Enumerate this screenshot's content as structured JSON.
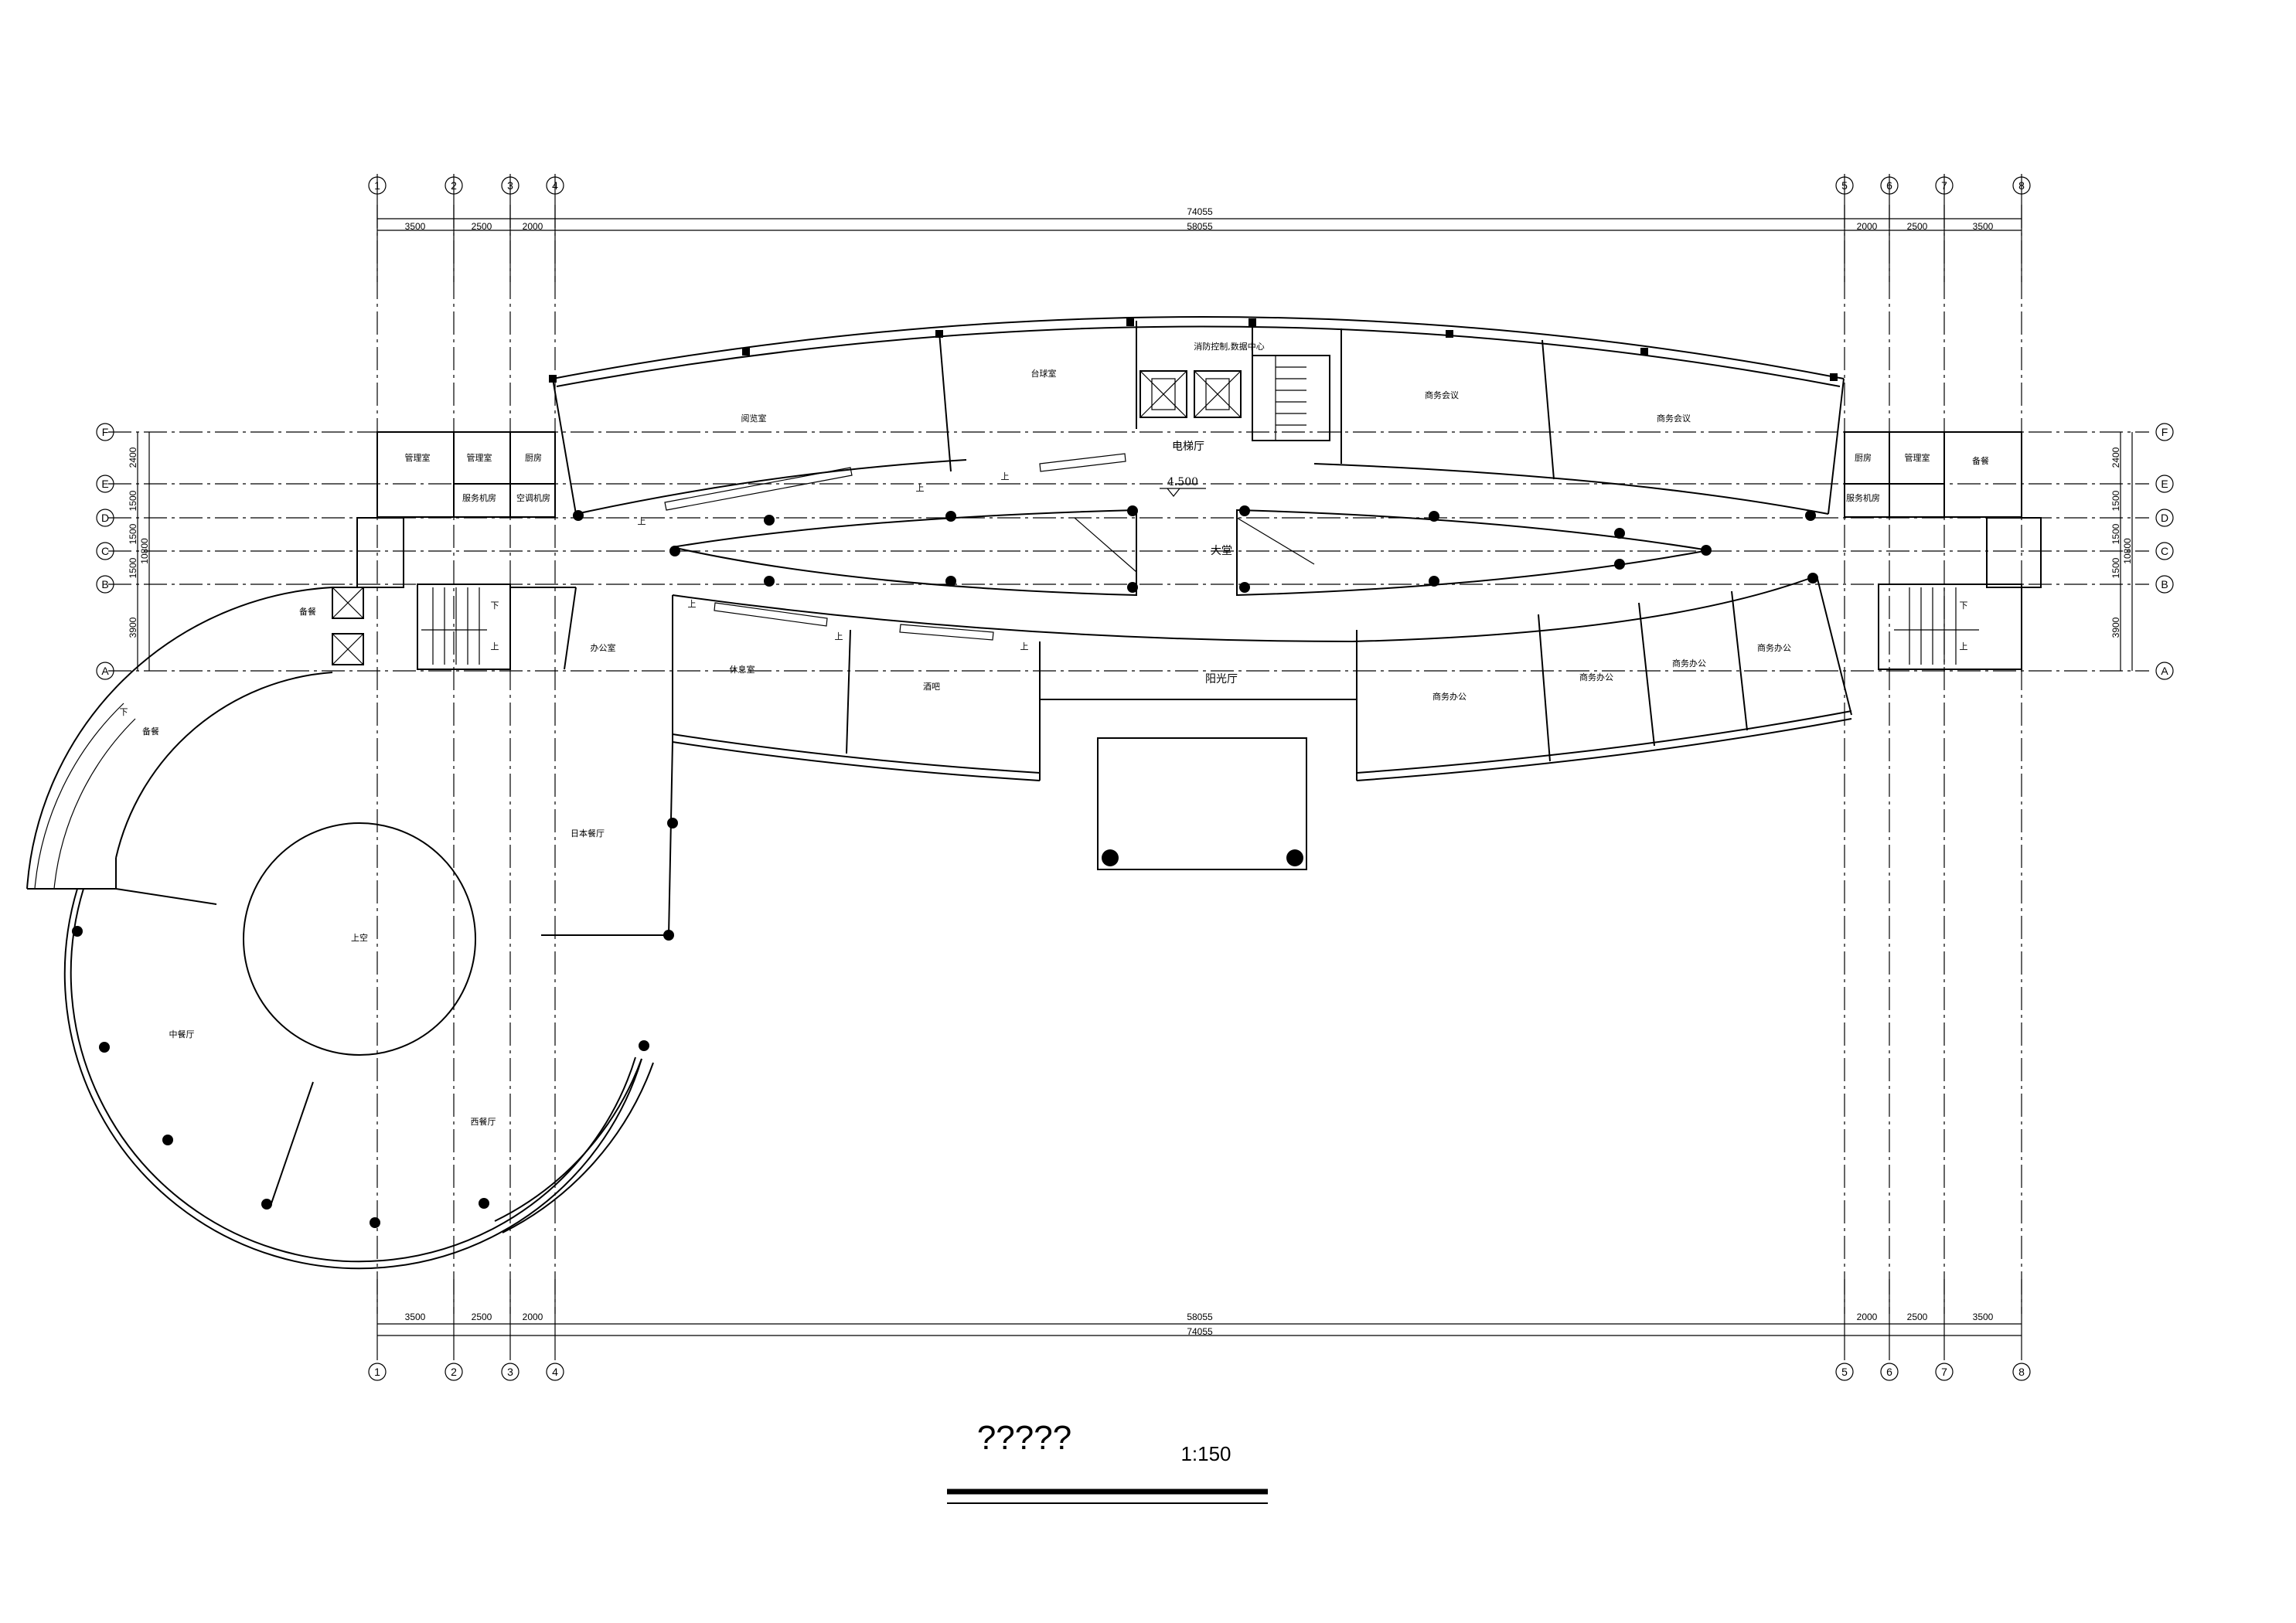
{
  "drawing": {
    "title": "?????",
    "scale": "1:150"
  },
  "grid_top": [
    "1",
    "2",
    "3",
    "4",
    "5",
    "6",
    "7",
    "8"
  ],
  "grid_side": [
    "F",
    "E",
    "D",
    "C",
    "B",
    "A"
  ],
  "dims_top": {
    "overall": "74055",
    "segments": [
      "3500",
      "2500",
      "2000",
      "58055",
      "2000",
      "2500",
      "3500"
    ]
  },
  "dims_bottom": {
    "overall": "74055",
    "segments": [
      "3500",
      "2500",
      "2000",
      "58055",
      "2000",
      "2500",
      "3500"
    ]
  },
  "dims_side": {
    "overall": "10800",
    "segments": [
      "2400",
      "1500",
      "1500",
      "1500",
      "3900"
    ]
  },
  "level": "4.500",
  "rooms": {
    "fire_control": "消防控制,数据中心",
    "elevator_hall": "电梯厅",
    "lobby": "大堂",
    "sunshine_hall": "阳光厅",
    "reading": "阅览室",
    "multi": "台球室",
    "biz_meeting": "商务会议",
    "biz_meeting2": "商务会议",
    "rest": "休息室",
    "bar": "酒吧",
    "biz_office1": "商务办公",
    "biz_office2": "商务办公",
    "biz_office3": "商务办公",
    "biz_office4": "商务办公",
    "japanese": "日本餐厅",
    "chinese": "中餐厅",
    "western": "西餐厅",
    "void": "上空",
    "office": "办公室",
    "prep": "备餐",
    "store": "备餐",
    "kitchen": "厨房",
    "small_l1": "管理室",
    "small_l2": "管理室",
    "small_l3": "厨房",
    "small_l4": "服务机房",
    "small_l5": "空调机房",
    "small_r1": "厨房",
    "small_r2": "管理室",
    "small_r3": "服务机房",
    "pantry": "备餐",
    "up": "上",
    "down": "下"
  }
}
